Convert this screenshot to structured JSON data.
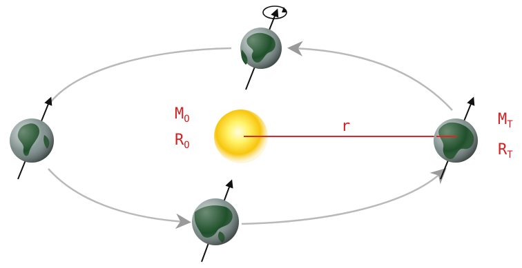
{
  "labels": {
    "sun_mass": "M",
    "sun_mass_sub": "O",
    "sun_radius": "R",
    "sun_radius_sub": "O",
    "distance": "r",
    "earth_mass": "M",
    "earth_mass_sub": "T",
    "earth_radius": "R",
    "earth_radius_sub": "T"
  },
  "colors": {
    "label_red": "#d42020",
    "orbit": "#b8b8b8",
    "distance_line": "#e02525",
    "sun_core": "#fff79a",
    "sun_edge": "#f2b200",
    "ocean": "#7d8f8c",
    "land": "#1f4f2a"
  }
}
